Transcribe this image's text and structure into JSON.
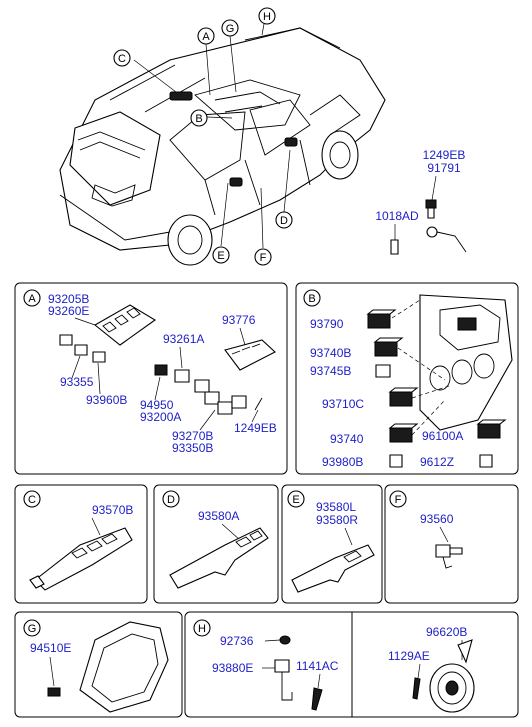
{
  "colors": {
    "part_number": "#1e1ec8",
    "line": "#000000",
    "background": "#ffffff"
  },
  "overview": {
    "callouts": {
      "a": "A",
      "b": "B",
      "c": "C",
      "d": "D",
      "e": "E",
      "f": "F",
      "g": "G",
      "h": "H"
    },
    "parts": {
      "p1249eb": "1249EB",
      "p91791": "91791",
      "p1018ad": "1018AD"
    }
  },
  "panels": {
    "a": {
      "letter": "A",
      "parts": [
        "93205B",
        "93260E",
        "93355",
        "93960B",
        "93776",
        "93261A",
        "94950",
        "93200A",
        "93270B",
        "93350B",
        "1249EB"
      ]
    },
    "b": {
      "letter": "B",
      "parts": [
        "93790",
        "93740B",
        "93745B",
        "93710C",
        "93740",
        "96100A",
        "93980B",
        "9612Z"
      ]
    },
    "c": {
      "letter": "C",
      "parts": [
        "93570B"
      ]
    },
    "d": {
      "letter": "D",
      "parts": [
        "93580A"
      ]
    },
    "e": {
      "letter": "E",
      "parts": [
        "93580L",
        "93580R"
      ]
    },
    "f": {
      "letter": "F",
      "parts": [
        "93560"
      ]
    },
    "g": {
      "letter": "G",
      "parts": [
        "94510E"
      ]
    },
    "h": {
      "letter": "H",
      "parts": [
        "92736",
        "93880E",
        "1141AC",
        "96620B",
        "1129AE"
      ]
    }
  }
}
